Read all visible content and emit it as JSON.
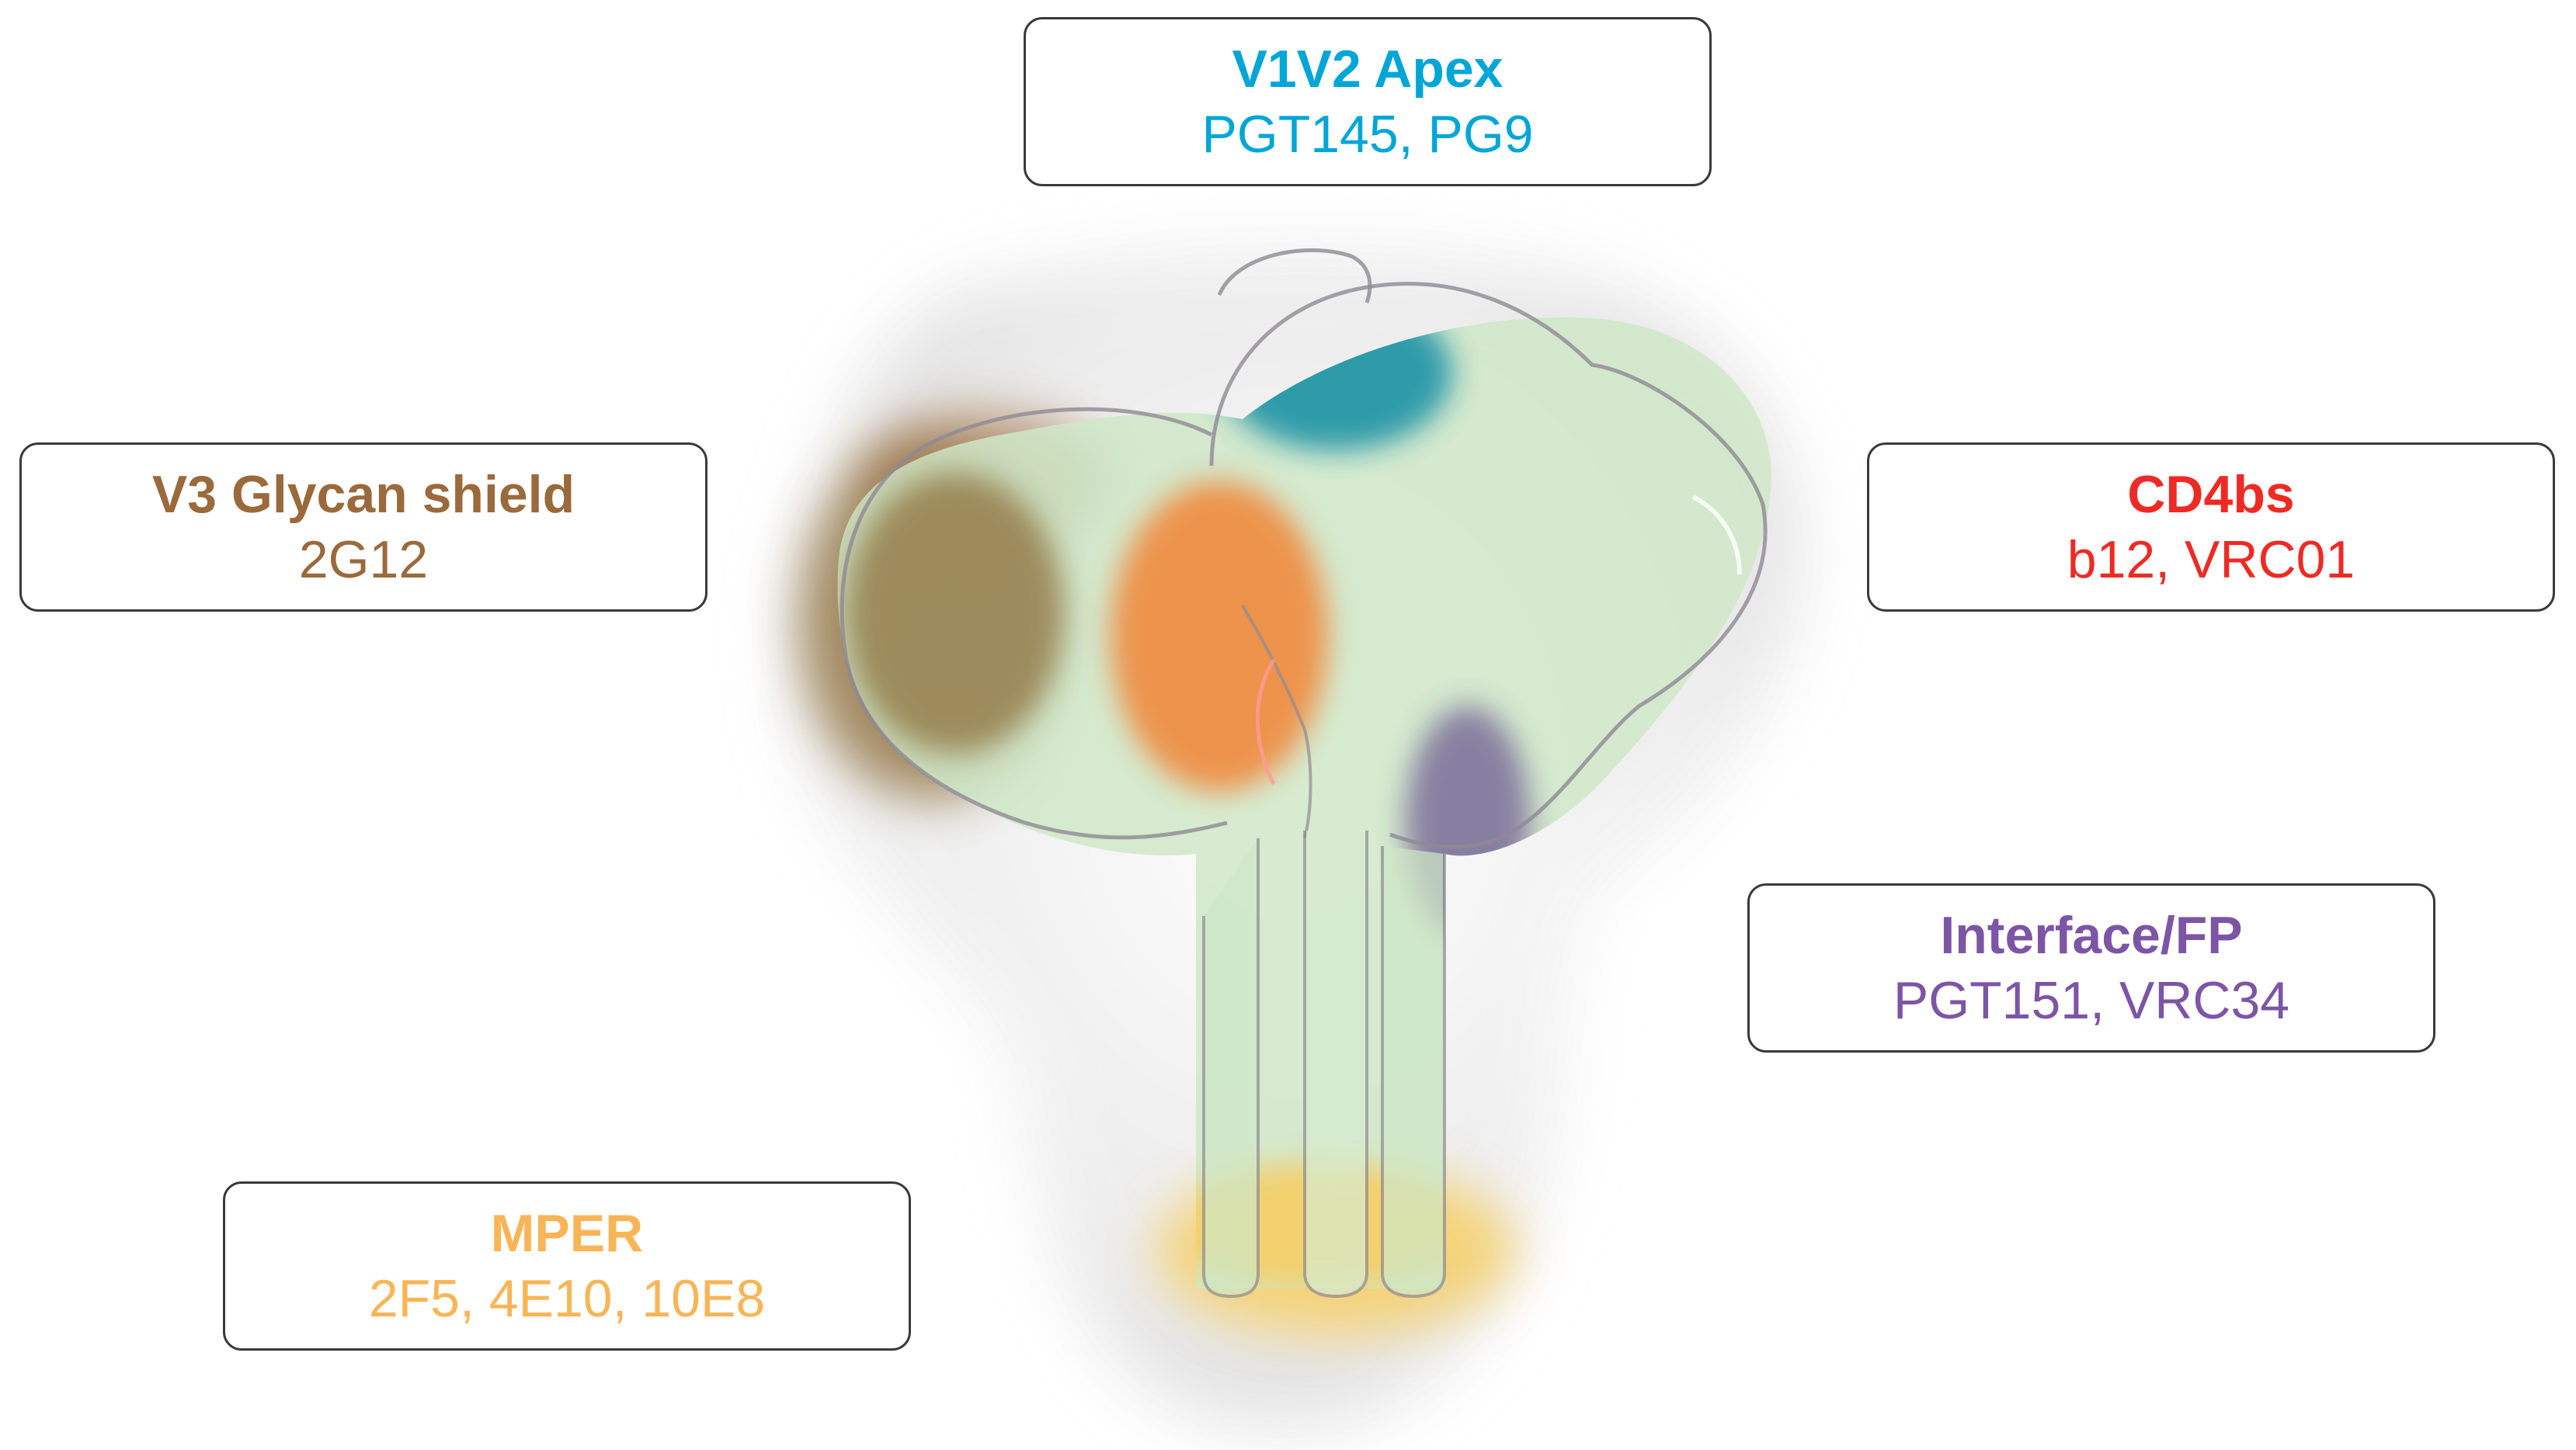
{
  "epitopes": [
    {
      "id": "v1v2",
      "region": "V1V2 Apex",
      "antibodies": "PGT145, PG9",
      "color": "#00a6d6"
    },
    {
      "id": "v3",
      "region": "V3 Glycan shield",
      "antibodies": "2G12",
      "color": "#9a6a3c"
    },
    {
      "id": "cd4",
      "region": "CD4bs",
      "antibodies": "b12, VRC01",
      "color": "#ee2a24"
    },
    {
      "id": "if",
      "region": "Interface/FP",
      "antibodies": "PGT151, VRC34",
      "color": "#7d55a5"
    },
    {
      "id": "mper",
      "region": "MPER",
      "antibodies": "2F5, 4E10, 10E8",
      "color": "#f9b555"
    }
  ],
  "colors": {
    "protein_fill": "#cfe8c8",
    "outline": "#8f8a93",
    "density_shadow": "#d9d9d9",
    "v1v2_patch": "#1f93a6",
    "v3_patch": "#8a6a34",
    "cd4_patch": "#f08a3c",
    "fp_patch": "#7a6d99",
    "mper_patch": "#f6cf66"
  }
}
